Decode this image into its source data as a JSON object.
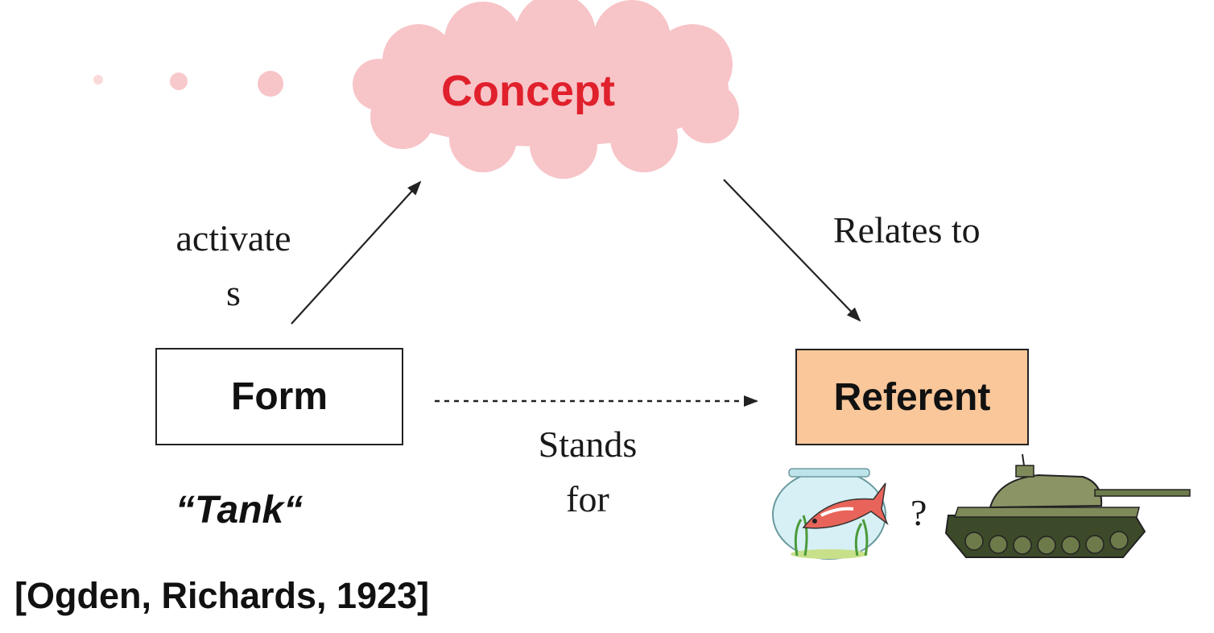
{
  "diagram": {
    "concept_label": "Concept",
    "activates_line1": "activate",
    "activates_line2": "s",
    "relates_label": "Relates to",
    "form_label": "Form",
    "referent_label": "Referent",
    "stands_line1": "Stands",
    "stands_line2": "for",
    "form_example": "“Tank“",
    "question_mark": "?",
    "citation": "[Ogden, Richards, 1923]"
  },
  "colors": {
    "concept_cloud": "#f7c4c8",
    "concept_text": "#e0202c",
    "referent_fill": "#f9c79a",
    "decor_dots": "#f8c9cc"
  },
  "icons": [
    "fishbowl-icon",
    "tank-icon"
  ]
}
